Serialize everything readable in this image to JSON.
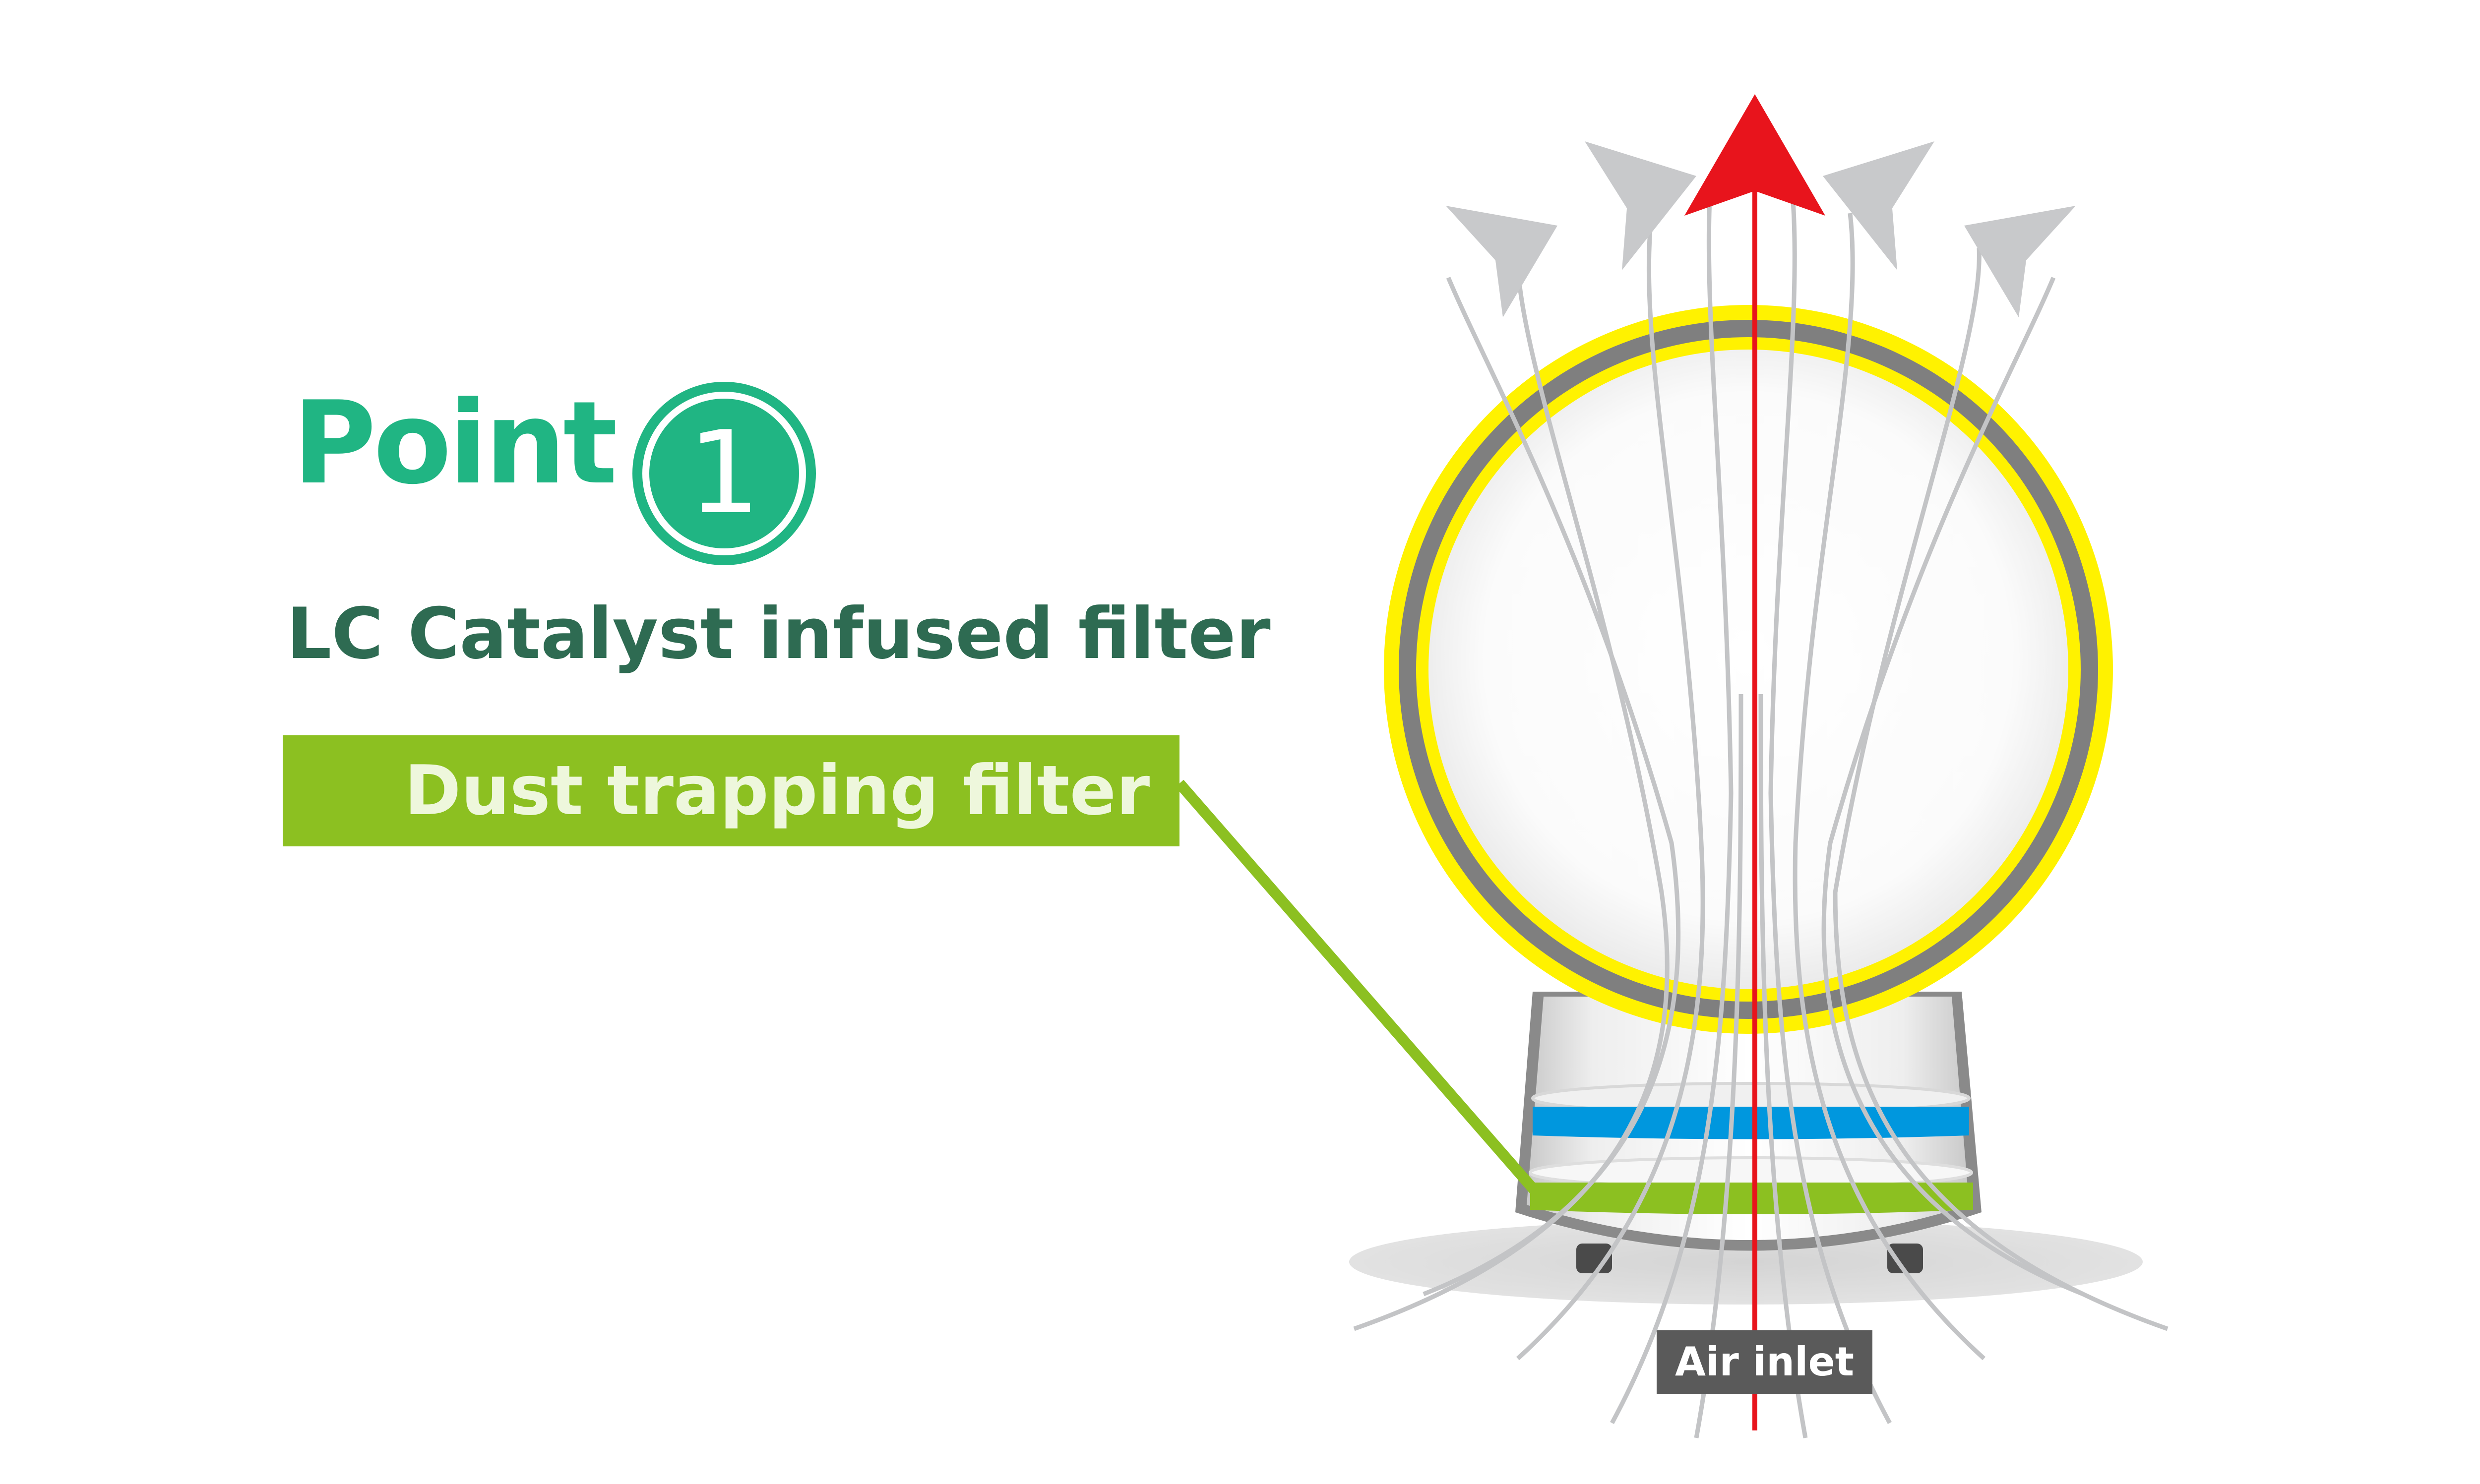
{
  "point": {
    "label": "Point",
    "number": "1"
  },
  "subtitle": "LC Catalyst infused filter",
  "callout": {
    "label": "Dust trapping filter"
  },
  "inlet": {
    "label": "Air inlet"
  },
  "colors": {
    "point_green": "#20b583",
    "subtitle_green": "#2e6b52",
    "filter_green": "#8cc021",
    "ring_yellow": "#fff200",
    "ring_gray": "#808080",
    "filter_blue": "#0097de",
    "airflow_red": "#e8141c",
    "airflow_gray": "#c3c4c6",
    "inlet_gray": "#5a5a5a"
  }
}
